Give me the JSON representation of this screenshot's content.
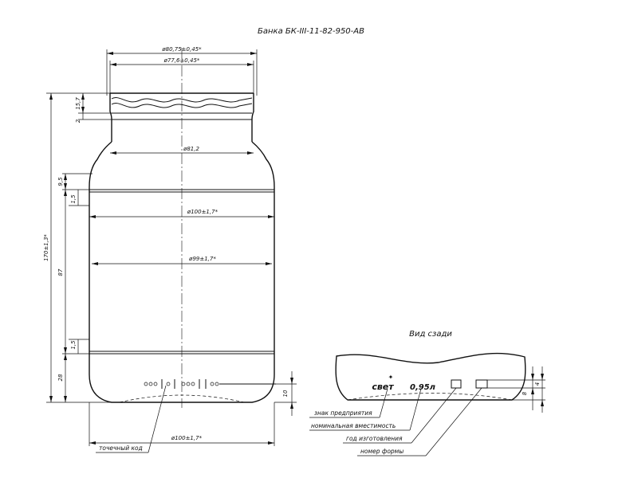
{
  "title": "Банка БК-III-11-82-950-АВ",
  "dimensions": {
    "finish_outer": "ø80,75±0,45*",
    "finish_inner": "ø77,6±0,45*",
    "neck": "ø81,2",
    "shoulder_body": "ø100±1,7*",
    "label_body": "ø99±1,7*",
    "base_body": "ø100±1,7*",
    "total_height": "170±1,3*",
    "thread_height": "15,7",
    "bead_height": "2",
    "shoulder_height": "9,5",
    "upper_band": "1,5",
    "label_height": "87",
    "lower_band": "1,5",
    "base_height": "28",
    "dot_code_height": "10",
    "rear_small": "4",
    "rear_height": "8"
  },
  "rear_view": {
    "title": "Вид сзади",
    "brand_mark": "свет",
    "volume": "0,95л"
  },
  "callouts": {
    "dot_code": "точечный код",
    "enterprise_mark": "знак предприятия",
    "nominal_capacity": "номинальная вместимость",
    "manufacture_year": "год изготовления",
    "mold_number": "номер формы"
  }
}
